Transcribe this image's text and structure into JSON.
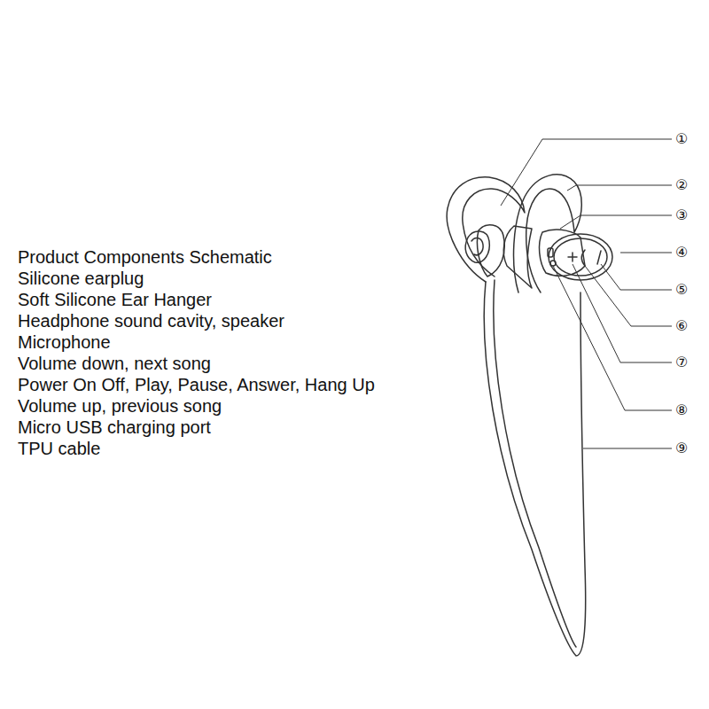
{
  "diagram": {
    "title": "Product Components Schematic",
    "labels": [
      "Silicone earplug",
      "Soft Silicone Ear Hanger",
      "Headphone sound cavity, speaker",
      "Microphone",
      "Volume down, next song",
      "Power On Off, Play, Pause, Answer, Hang Up",
      "Volume up, previous song",
      "Micro USB charging port",
      "TPU cable",
      "①",
      "②",
      "③",
      "④",
      "⑤",
      "⑥",
      "⑦",
      "⑧",
      "⑨"
    ]
  }
}
